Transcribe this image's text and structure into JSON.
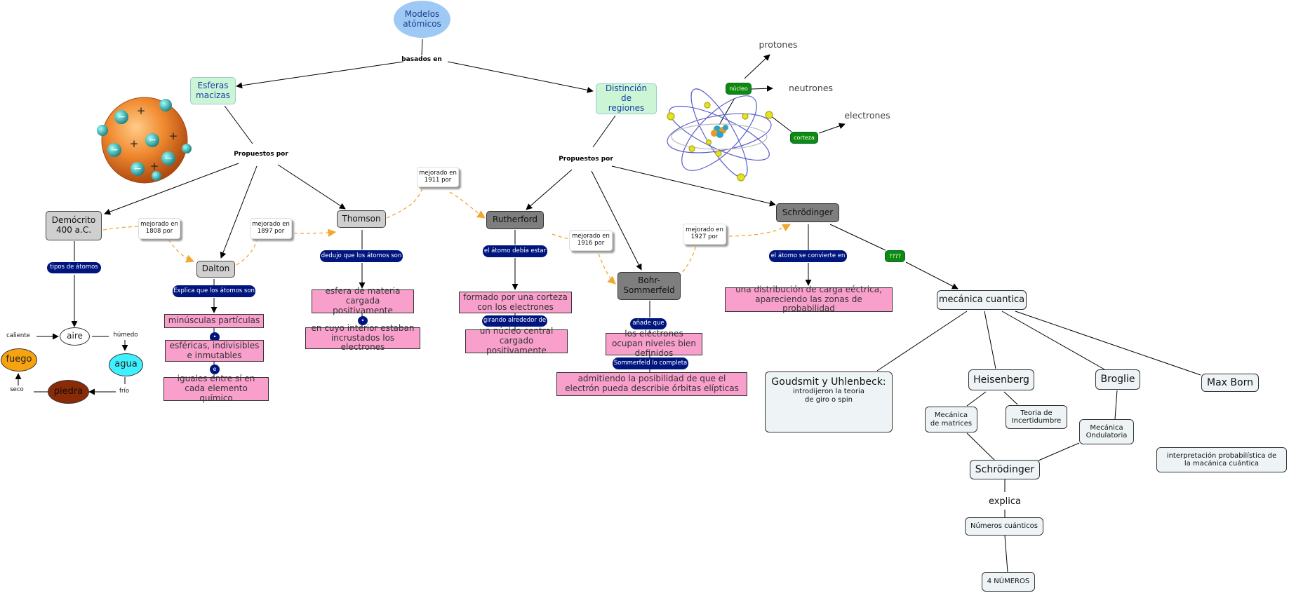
{
  "nodes": {
    "modelos": "Modelos atómicos",
    "basados": "basados en",
    "esferas": "Esferas macizas",
    "distincion": "Distinción de regiones",
    "prop1": "Propuestos por",
    "prop2": "Propuestos por",
    "democrito": "Demócrito 400 a.C.",
    "dalton": "Dalton",
    "thomson": "Thomson",
    "rutherford": "Rutherford",
    "bohr": "Bohr-Sommerfeld",
    "schrodinger": "Schrödinger",
    "m1808": "mejorado en 1808 por",
    "m1897": "mejorado en 1897 por",
    "m1911": "mejorado en 1911 por",
    "m1916": "mejorado en 1916 por",
    "m1927": "mejorado en 1927 por",
    "tipos": "tipos de átomos",
    "aire": "aire",
    "caliente": "caliente",
    "humedo": "húmedo",
    "fuego": "fuego",
    "agua": "agua",
    "seco": "seco",
    "frio": "frío",
    "piedra": "piedra",
    "explica_dalton": "Explica que los átomos son",
    "minusculas": "minúsculas partículas",
    "dot1": "•",
    "esfericas": "esféricas, indivisibles e inmutables",
    "dot_e": "e",
    "iguales": "iguales entre sí en cada elemento químico",
    "dedujo": "dedujo que los átomos son",
    "esfera_materia": "esfera de materia cargada positivamente",
    "dot2": "•",
    "interior": "en cuyo interior estaban incrustados los electrones",
    "debia": "el átomo debía estar",
    "formado": "formado por una corteza con los electrones",
    "girando": "girando alrededor de",
    "nucleo_central": "un núcleo central cargado positivamente",
    "anade": "añade que",
    "electrones_ocupan": "los electrones ocupan niveles bien definidos",
    "sommerfeld": "Sommerfeld lo completa",
    "admitiendo": "admitiendo la posibilidad de que el electrón pueda describie órbitas elípticas",
    "convierte": "el átomo se convierte en",
    "distribucion": "una distribución de carga eéctrica, apareciendo las zonas de probabilidad",
    "q": "????",
    "mecanica": "mecánica cuantica",
    "goudsmit_title": "Goudsmit y Uhlenbeck:",
    "goudsmit_sub": "introdijeron la teoria de giro o spin",
    "heisenberg": "Heisenberg",
    "broglie": "Broglie",
    "maxborn": "Max Born",
    "matrices": "Mecánica de matrices",
    "incertidumbre": "Teoria de Incertidumbre",
    "ondulatoria": "Mecánica Ondulatoria",
    "interpretacion": "interpretación probabilística de la macánica cuántica",
    "schrodinger2": "Schrödinger",
    "explica": "explica",
    "numeros": "Números cuánticos",
    "cuatro": "4 NÚMEROS",
    "nucleo": "núcleo",
    "corteza": "corteza",
    "protones": "protones",
    "neutrones": "neutrones",
    "electrones": "electrones",
    "plus": "+",
    "minus": "−"
  },
  "colors": {
    "dashed_arrow": "#f0a830",
    "navy": "#00157e",
    "pink": "#f99fcb"
  }
}
